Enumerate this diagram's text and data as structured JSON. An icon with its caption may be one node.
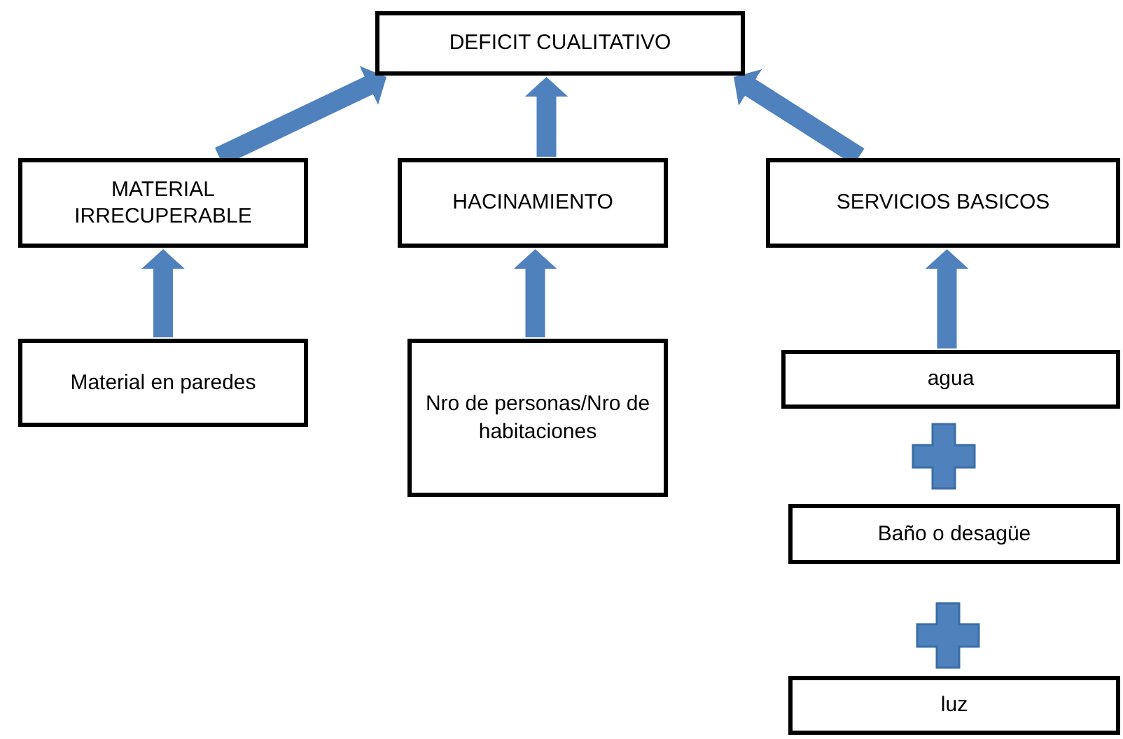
{
  "diagram": {
    "nodes": [
      {
        "text": [
          "DEFICIT CUALITATIVO"
        ]
      },
      {
        "text": [
          "MATERIAL IRRECUPERABLE"
        ]
      },
      {
        "text": [
          "HACINAMIENTO"
        ]
      },
      {
        "text": [
          "SERVICIOS BASICOS"
        ]
      },
      {
        "text": [
          "Material en paredes"
        ]
      },
      {
        "text": [
          "Nro de personas/Nro de habitaciones"
        ]
      },
      {
        "text": [
          "agua"
        ]
      },
      {
        "text": [
          "Baño o desagüe"
        ]
      },
      {
        "text": [
          "luz"
        ]
      }
    ],
    "edges": [
      {
        "from": 1,
        "to": 0,
        "arrow": "to"
      },
      {
        "from": 2,
        "to": 0,
        "arrow": "to"
      },
      {
        "from": 3,
        "to": 0,
        "arrow": "to"
      },
      {
        "from": 4,
        "to": 1,
        "arrow": "to"
      },
      {
        "from": 5,
        "to": 2,
        "arrow": "to"
      },
      {
        "from": 6,
        "to": 3,
        "arrow": "to"
      }
    ]
  }
}
